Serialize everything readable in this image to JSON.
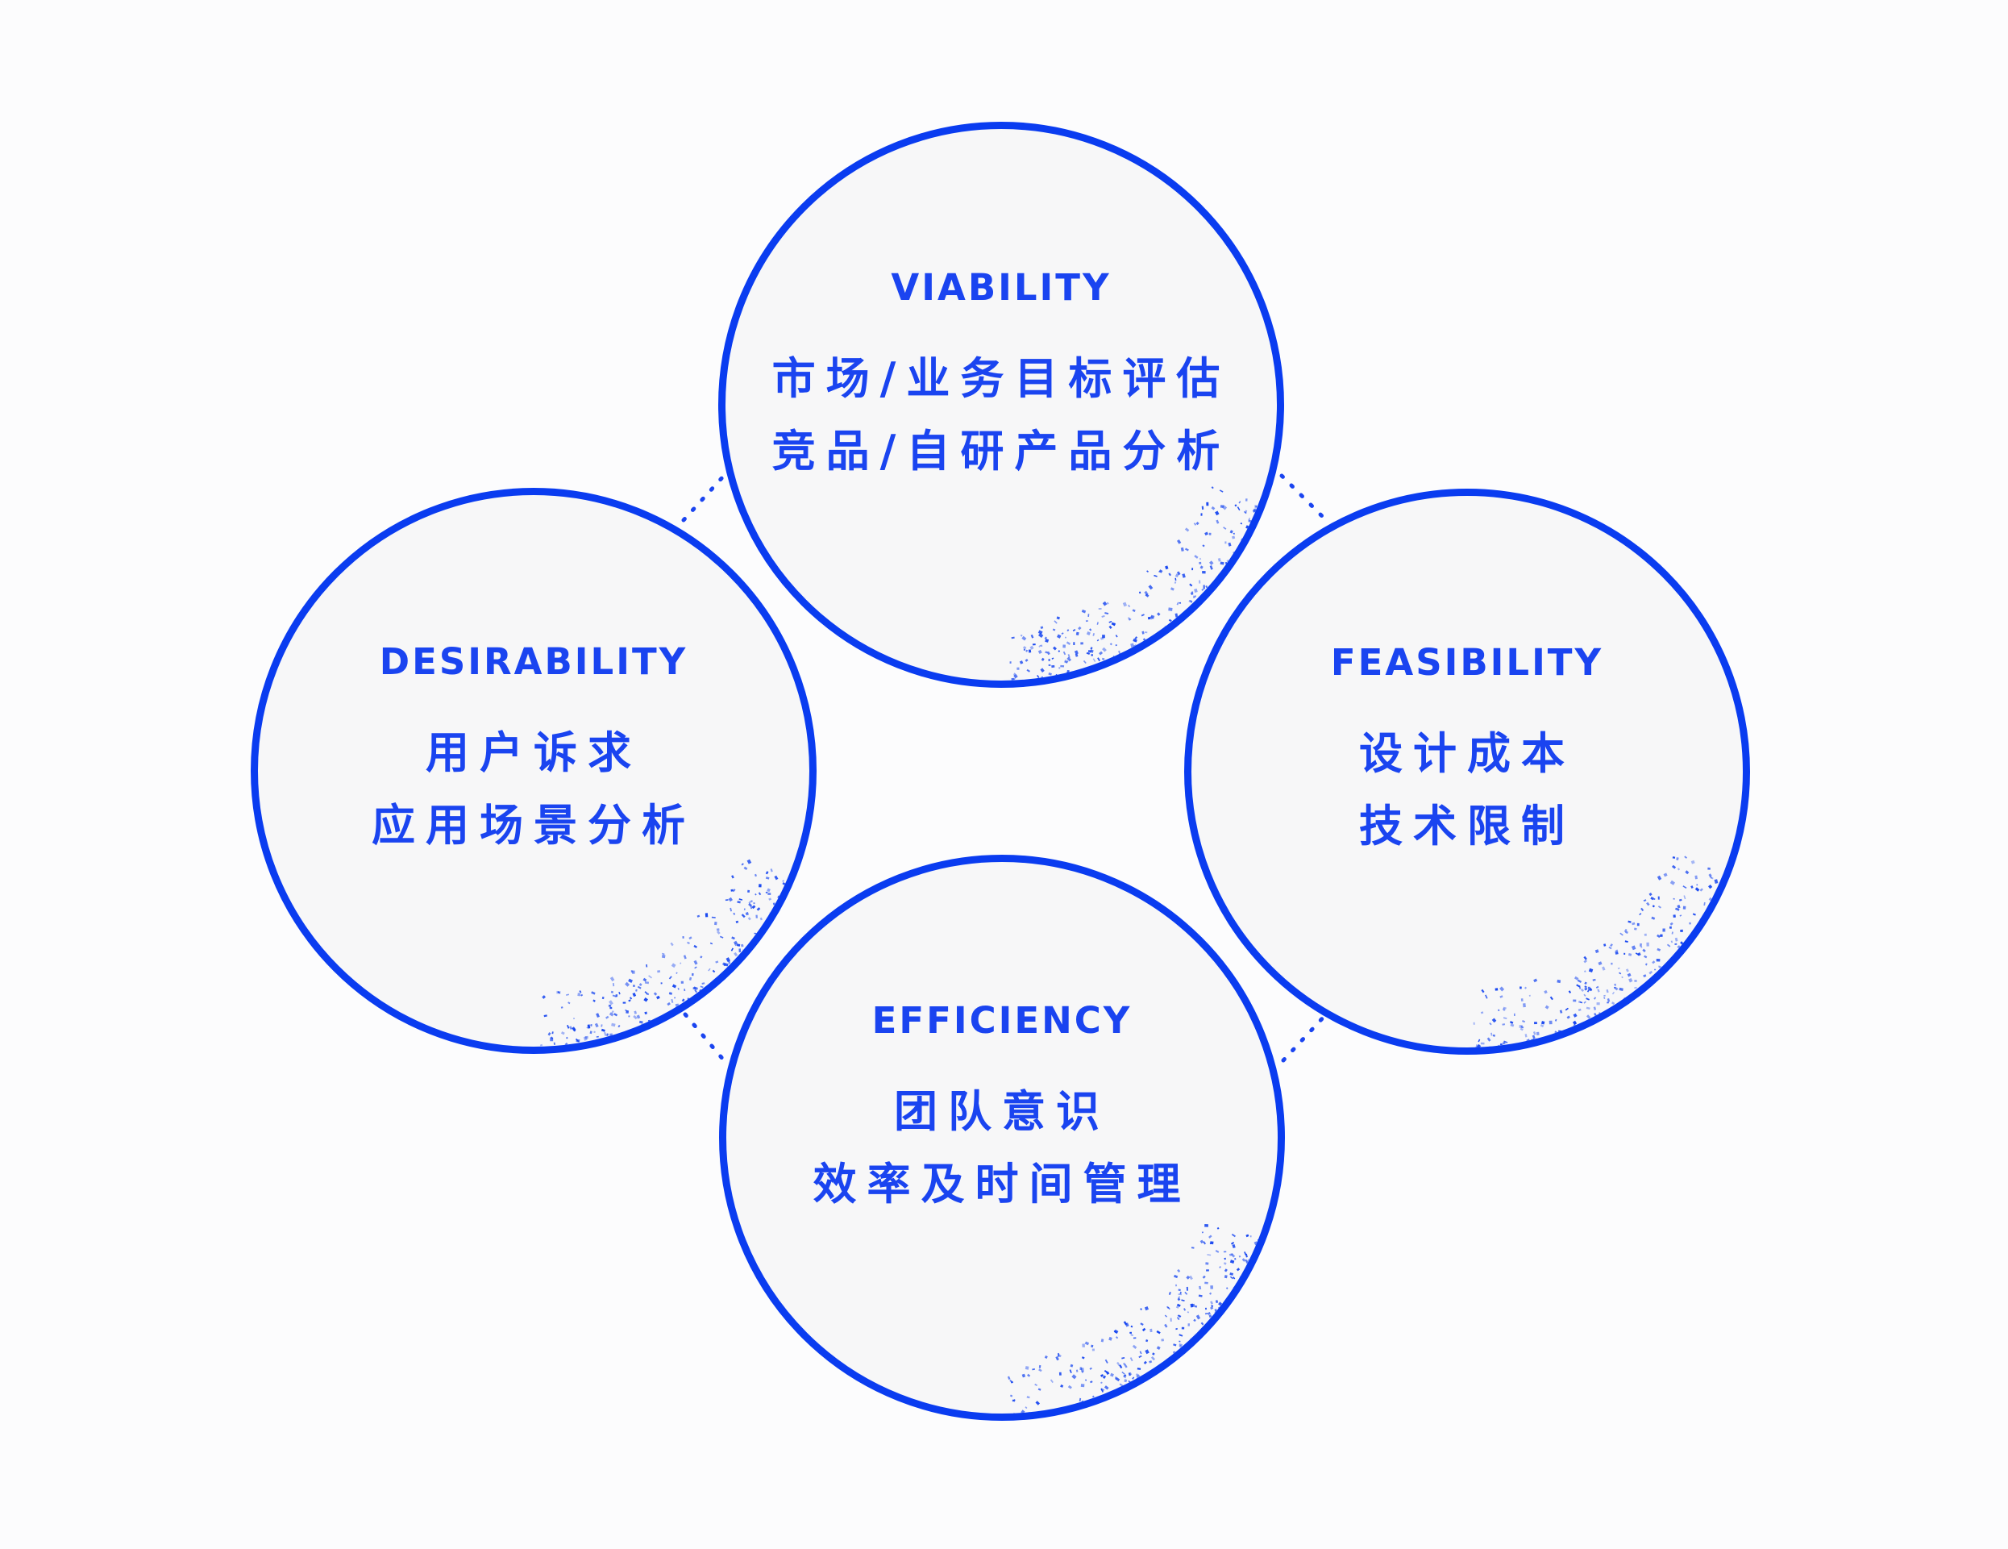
{
  "accent_color": "#0a3cf0",
  "circles": {
    "viability": {
      "title": "VIABILITY",
      "line1": "市场/业务目标评估",
      "line2": "竞品/自研产品分析"
    },
    "desirability": {
      "title": "DESIRABILITY",
      "line1": "用户诉求",
      "line2": "应用场景分析"
    },
    "feasibility": {
      "title": "FEASIBILITY",
      "line1": "设计成本",
      "line2": "技术限制"
    },
    "efficiency": {
      "title": "EFFICIENCY",
      "line1": "团队意识",
      "line2": "效率及时间管理"
    }
  },
  "connectors": [
    {
      "from": "desirability",
      "to": "viability"
    },
    {
      "from": "viability",
      "to": "feasibility"
    },
    {
      "from": "desirability",
      "to": "efficiency"
    },
    {
      "from": "feasibility",
      "to": "efficiency"
    }
  ]
}
